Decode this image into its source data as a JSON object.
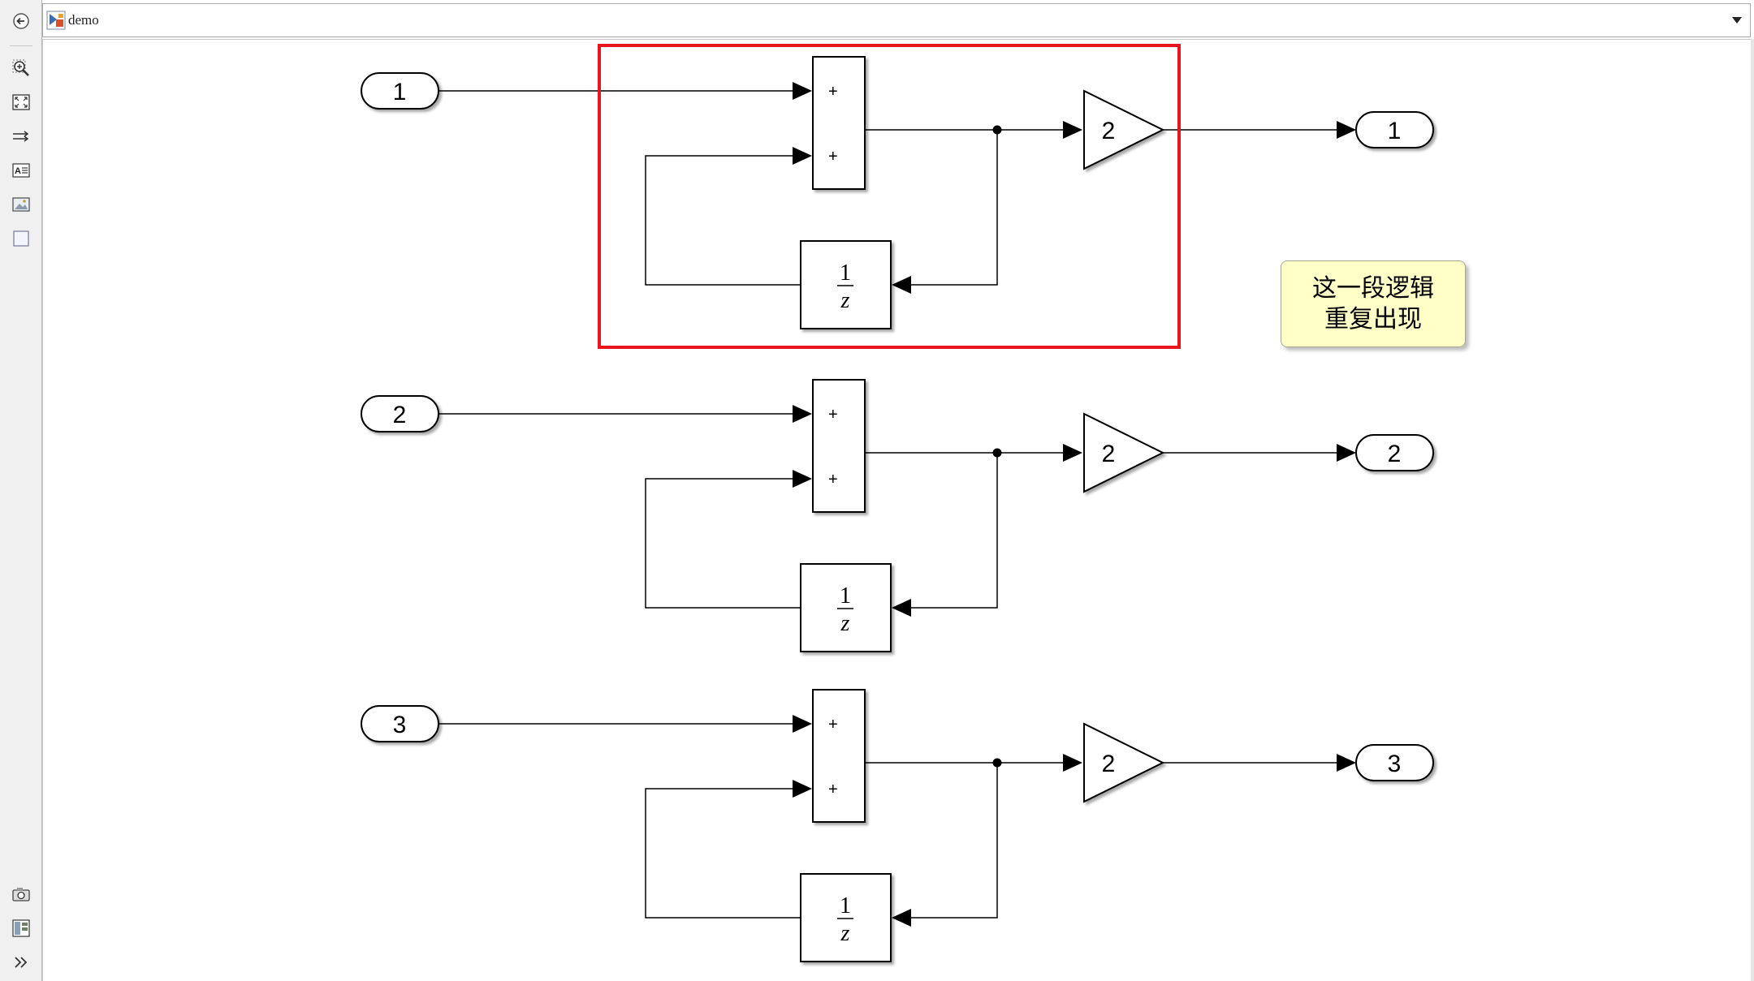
{
  "toolbar": {
    "buttons": [
      {
        "icon": "back-arrow-icon"
      },
      {
        "icon": "zoom-in-icon"
      },
      {
        "icon": "fit-to-view-icon"
      },
      {
        "icon": "signal-routing-icon"
      },
      {
        "icon": "annotation-text-icon"
      },
      {
        "icon": "image-icon"
      },
      {
        "icon": "area-box-icon"
      },
      {
        "icon": "screenshot-camera-icon"
      },
      {
        "icon": "model-browser-icon"
      },
      {
        "icon": "expand-chevrons-icon"
      }
    ]
  },
  "address_bar": {
    "model_name": "demo"
  },
  "diagram": {
    "chains": [
      {
        "inport": "1",
        "sum_signs": [
          "+",
          "+"
        ],
        "gain": "2",
        "delay_num": "1",
        "delay_den": "z",
        "outport": "1"
      },
      {
        "inport": "2",
        "sum_signs": [
          "+",
          "+"
        ],
        "gain": "2",
        "delay_num": "1",
        "delay_den": "z",
        "outport": "2"
      },
      {
        "inport": "3",
        "sum_signs": [
          "+",
          "+"
        ],
        "gain": "2",
        "delay_num": "1",
        "delay_den": "z",
        "outport": "3"
      }
    ],
    "annotation": {
      "line1": "这一段逻辑",
      "line2": "重复出现"
    },
    "highlight_color": "#e8161c",
    "line_color": "#000000",
    "annotation_bg": "#ffffc8"
  }
}
